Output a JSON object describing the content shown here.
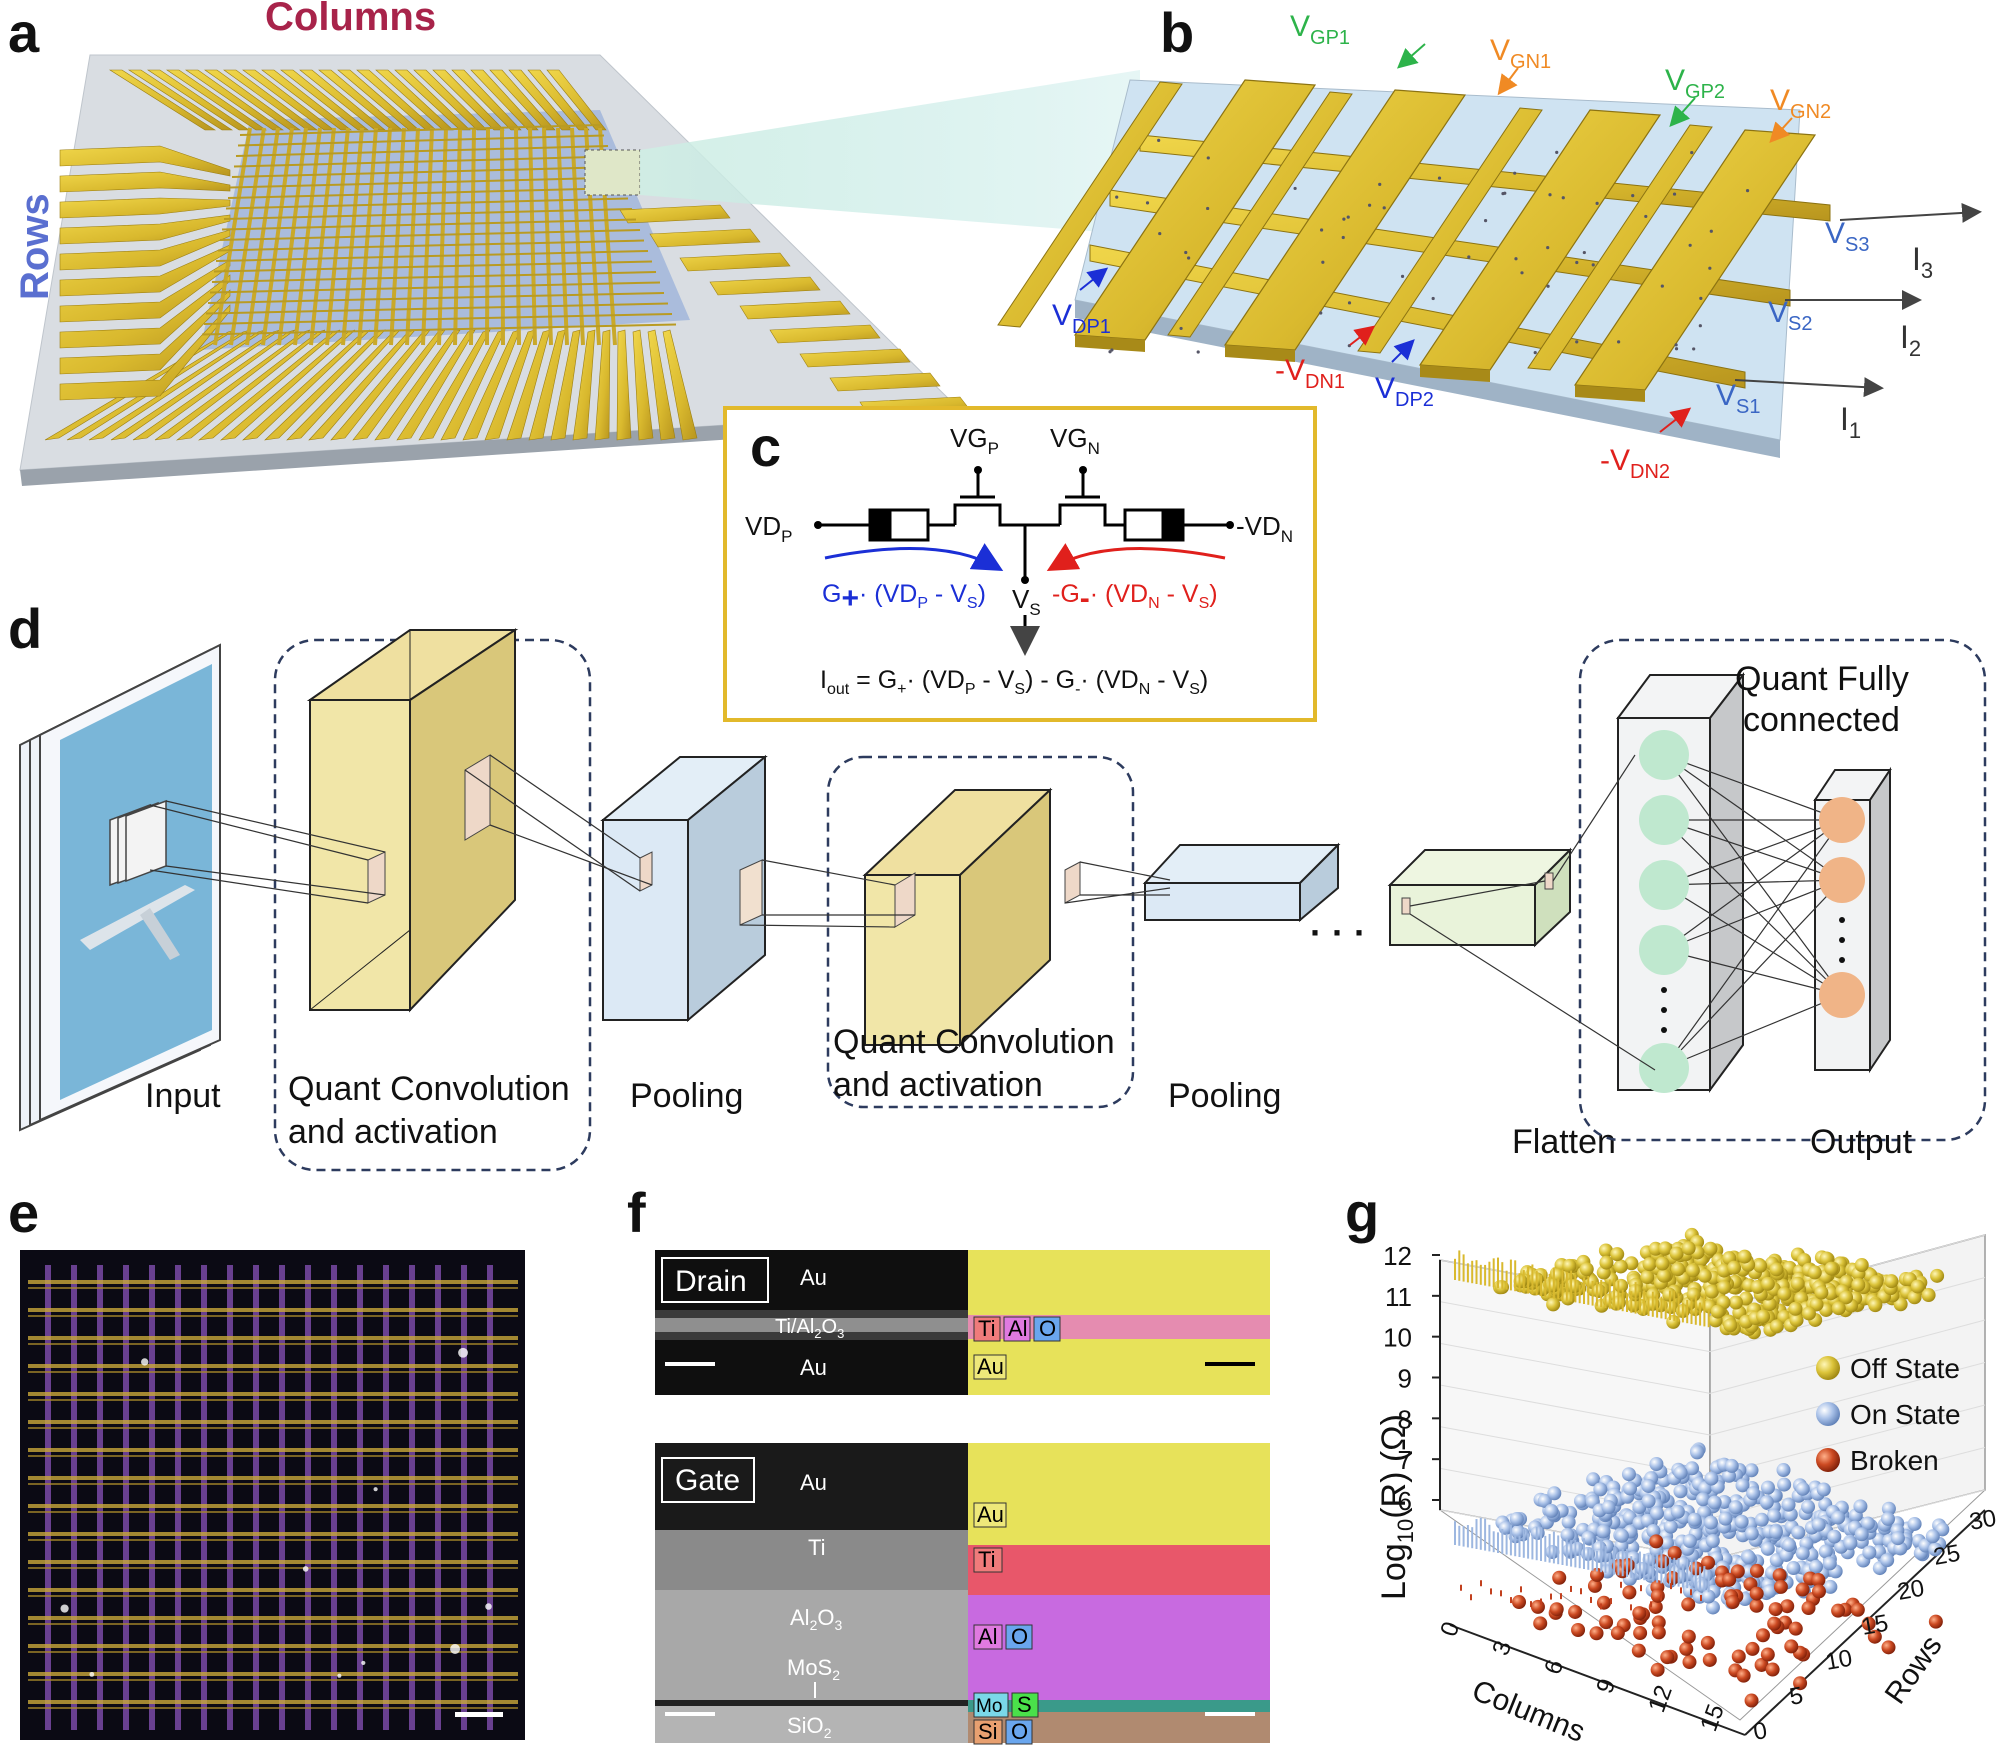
{
  "panels": {
    "a": {
      "letter": "a",
      "columns_label": "Columns",
      "rows_label": "Rows"
    },
    "b": {
      "letter": "b",
      "gate_labels": [
        {
          "base": "V",
          "sub": "GP1",
          "color": "#2db34a"
        },
        {
          "base": "V",
          "sub": "GN1",
          "color": "#f08a24"
        },
        {
          "base": "V",
          "sub": "GP2",
          "color": "#2db34a"
        },
        {
          "base": "V",
          "sub": "GN2",
          "color": "#f08a24"
        }
      ],
      "drain_labels": [
        {
          "base": "V",
          "sub": "DP1",
          "color": "#1b2fd6"
        },
        {
          "base": "-V",
          "sub": "DN1",
          "color": "#e0201c"
        },
        {
          "base": "V",
          "sub": "DP2",
          "color": "#1b2fd6"
        },
        {
          "base": "-V",
          "sub": "DN2",
          "color": "#e0201c"
        }
      ],
      "source_labels": [
        {
          "base": "V",
          "sub": "S3"
        },
        {
          "base": "V",
          "sub": "S2"
        },
        {
          "base": "V",
          "sub": "S1"
        }
      ],
      "current_labels": [
        {
          "base": "I",
          "sub": "3"
        },
        {
          "base": "I",
          "sub": "2"
        },
        {
          "base": "I",
          "sub": "1"
        }
      ]
    },
    "c": {
      "letter": "c",
      "vgp": {
        "base": "VG",
        "sub": "P"
      },
      "vgn": {
        "base": "VG",
        "sub": "N"
      },
      "vdp": {
        "base": "VD",
        "sub": "P"
      },
      "vdn": {
        "base": "-VD",
        "sub": "N"
      },
      "vs": {
        "base": "V",
        "sub": "S"
      },
      "eq_plus": {
        "g": "G",
        "sign": "+",
        "dot": "· (VD",
        "sub1": "P",
        "mid": " - V",
        "sub2": "S",
        "end": ")"
      },
      "eq_minus": {
        "g": "-G",
        "sign": "-",
        "dot": "· (VD",
        "sub1": "N",
        "mid": " - V",
        "sub2": "S",
        "end": ")"
      },
      "iout": {
        "i": "I",
        "i_sub": "out",
        "p1": " = G",
        "p1_sub": "+",
        "p2": "· (VD",
        "p2_sub": "P",
        "p3": " - V",
        "p3_sub": "S",
        "p4": ")  -  G",
        "p4_sub": "-",
        "p5": "· (VD",
        "p5_sub": "N",
        "p6": " - V",
        "p6_sub": "S",
        "p7": ")"
      },
      "colors": {
        "blue": "#1b2fd6",
        "red": "#e0201c",
        "frame": "#e2b92b"
      }
    },
    "d": {
      "letter": "d",
      "input": "Input",
      "conv1_line1": "Quant Convolution",
      "conv1_line2": "and activation",
      "pool1": "Pooling",
      "conv2_line1": "Quant Convolution",
      "conv2_line2": "and activation",
      "pool2": "Pooling",
      "ellipsis": "· · ·",
      "fc_line1": "Quant Fully",
      "fc_line2": "connected",
      "flatten": "Flatten",
      "output": "Output"
    },
    "e": {
      "letter": "e"
    },
    "f": {
      "letter": "f",
      "drain": {
        "title": "Drain",
        "au_top": "Au",
        "layer": {
          "a": "Ti/Al",
          "s1": "2",
          "b": "O",
          "s2": "3"
        },
        "au_bottom": "Au",
        "elements_row1": [
          "Ti",
          "Al",
          "O"
        ],
        "elements_row2": [
          "Au"
        ]
      },
      "gate": {
        "title": "Gate",
        "au": "Au",
        "ti": "Ti",
        "al2o3": {
          "a": "Al",
          "s1": "2",
          "b": "O",
          "s2": "3"
        },
        "mos2": {
          "a": "MoS",
          "s1": "2"
        },
        "sio2": {
          "a": "SiO",
          "s1": "2"
        },
        "el_au": "Au",
        "el_ti": "Ti",
        "el_al": "Al",
        "el_o1": "O",
        "el_mo": "Mo",
        "el_s": "S",
        "el_si": "Si",
        "el_o2": "O"
      }
    },
    "g": {
      "letter": "g",
      "z_label": {
        "a": "Log",
        "s": "10",
        "b": "(R) (Ω)"
      },
      "z_ticks": [
        "6",
        "7",
        "8",
        "9",
        "10",
        "11",
        "12"
      ],
      "col_ticks": [
        "0",
        "3",
        "6",
        "9",
        "12",
        "15"
      ],
      "row_ticks": [
        "0",
        "5",
        "10",
        "15",
        "20",
        "25",
        "30"
      ],
      "x_label": "Columns",
      "y_label": "Rows",
      "legend": [
        {
          "label": "Off State",
          "color": "#d9c23a"
        },
        {
          "label": "On State",
          "color": "#9db7e0"
        },
        {
          "label": "Broken",
          "color": "#c2401e"
        }
      ]
    }
  }
}
